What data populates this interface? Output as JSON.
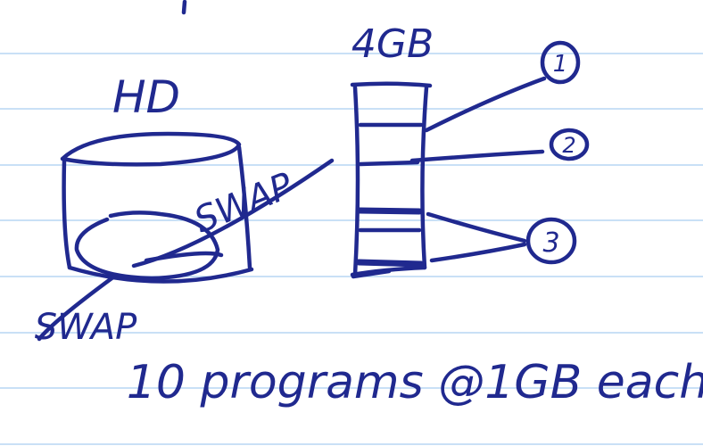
{
  "labels": {
    "memory": "4GB",
    "disk": "HD",
    "swap_top": "SWAP",
    "swap_bottom": "SWAP",
    "note": "10 programs @1GB each",
    "marker_1": "1",
    "marker_2": "2",
    "marker_3": "3"
  },
  "colors": {
    "ink": "#20298f",
    "rule": "#a9cdf0",
    "paper": "#ffffff"
  }
}
